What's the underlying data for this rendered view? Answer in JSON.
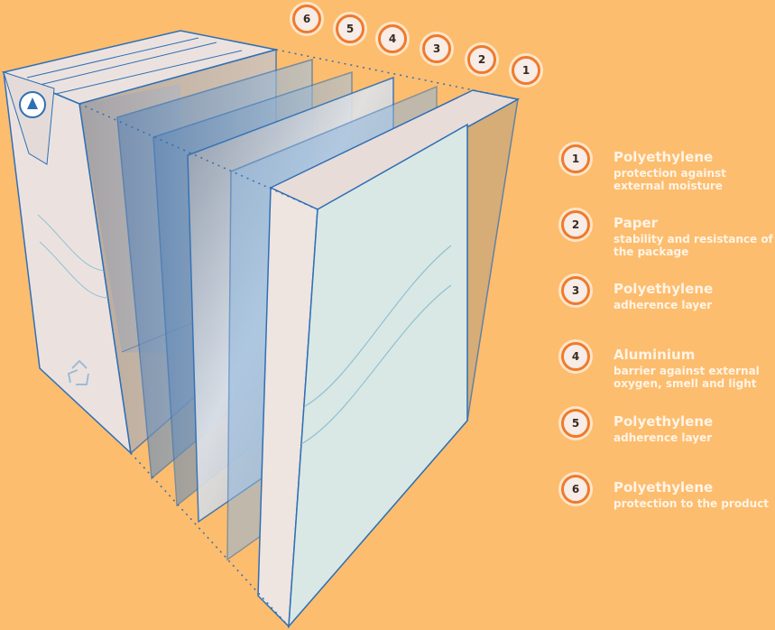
{
  "colors": {
    "background": "#fdbd6e",
    "outline_blue": "#2f6fb5",
    "badge_ring": "#ee7a2e",
    "legend_text": "#fff4e6"
  },
  "carton": {
    "recycle_mark": "recycle-icon",
    "logo_mark": "carton-logo-icon"
  },
  "layer_badges": [
    "6",
    "5",
    "4",
    "3",
    "2",
    "1"
  ],
  "legend": {
    "items": [
      {
        "number": "1",
        "title": "Polyethylene",
        "description": "protection against external moisture"
      },
      {
        "number": "2",
        "title": "Paper",
        "description": "stability and resistance of the package"
      },
      {
        "number": "3",
        "title": "Polyethylene",
        "description": "adherence layer"
      },
      {
        "number": "4",
        "title": "Aluminium",
        "description": "barrier against external oxygen, smell and light"
      },
      {
        "number": "5",
        "title": "Polyethylene",
        "description": "adherence layer"
      },
      {
        "number": "6",
        "title": "Polyethylene",
        "description": "protection to the product"
      }
    ]
  }
}
